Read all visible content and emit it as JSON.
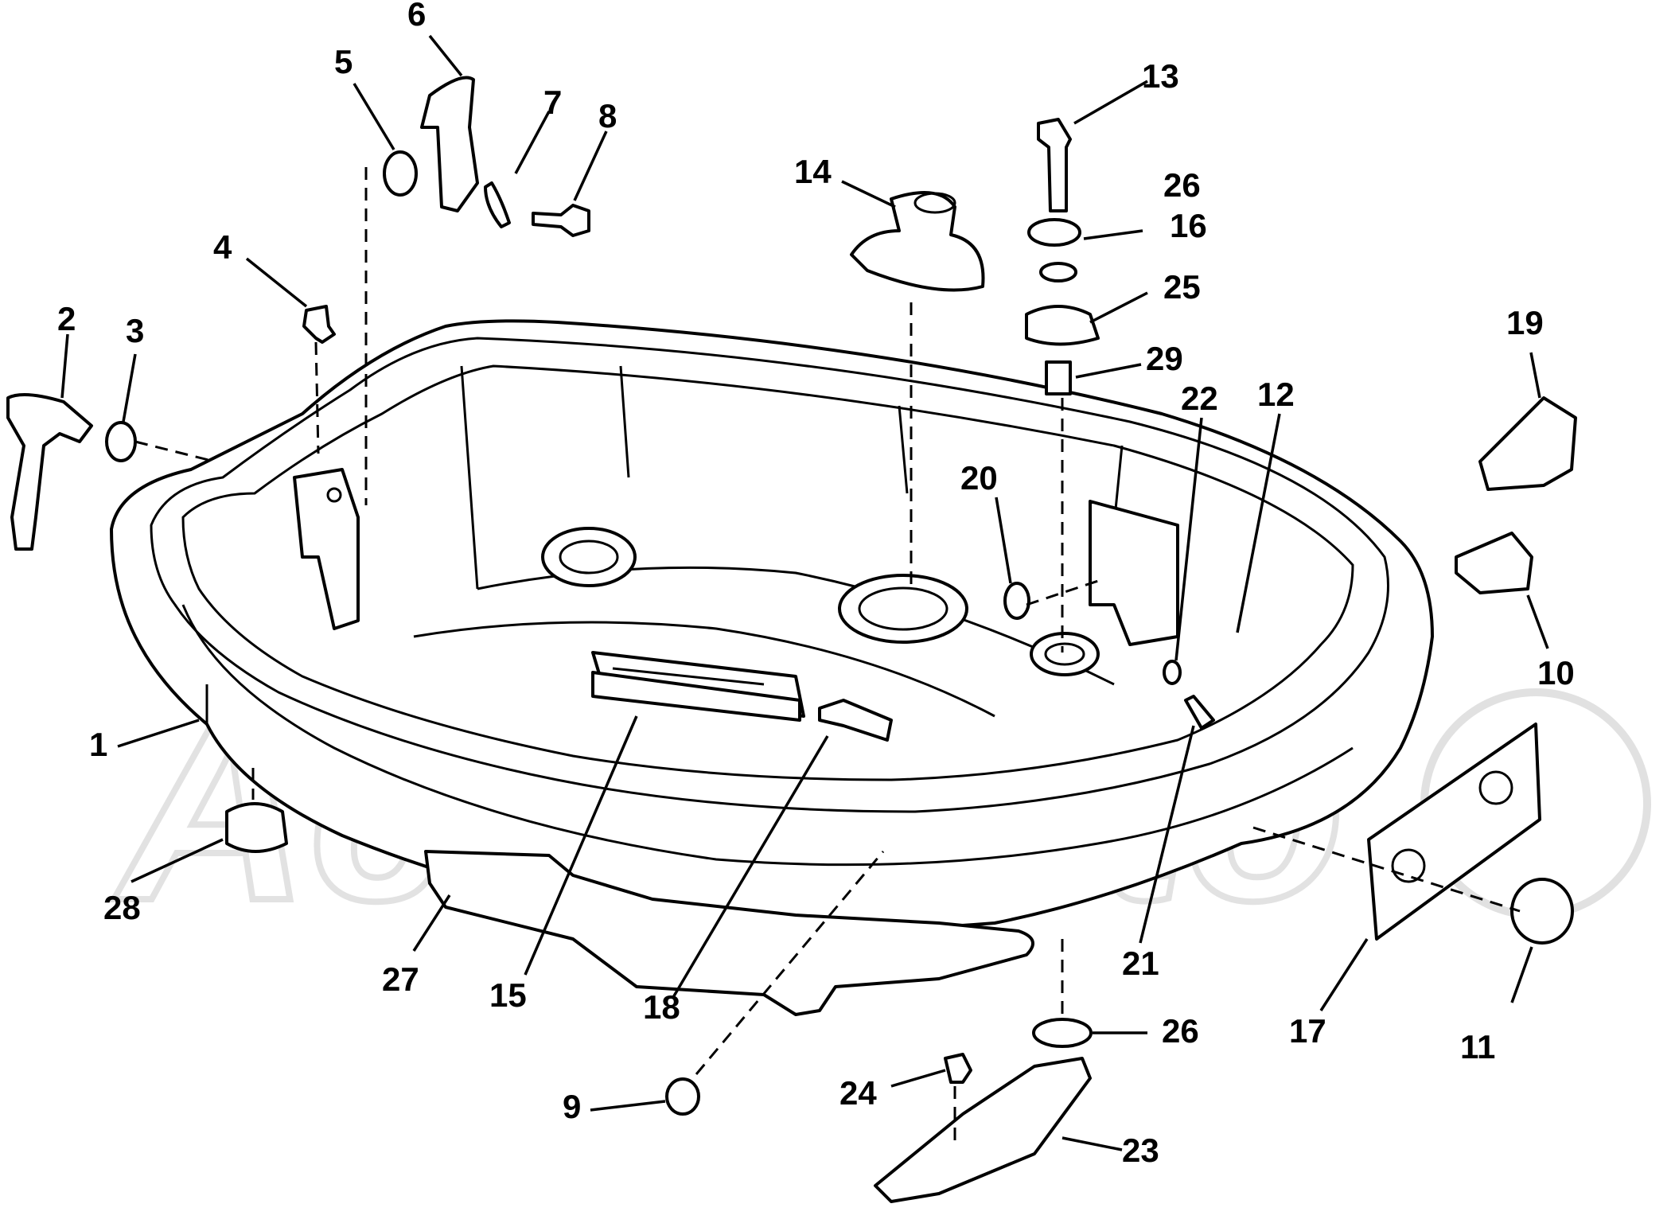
{
  "diagram": {
    "watermark": "AeroMoto",
    "callouts": [
      {
        "id": "1",
        "text": "1"
      },
      {
        "id": "2",
        "text": "2"
      },
      {
        "id": "3",
        "text": "3"
      },
      {
        "id": "4",
        "text": "4"
      },
      {
        "id": "5",
        "text": "5"
      },
      {
        "id": "6",
        "text": "6"
      },
      {
        "id": "7",
        "text": "7"
      },
      {
        "id": "8",
        "text": "8"
      },
      {
        "id": "9",
        "text": "9"
      },
      {
        "id": "10",
        "text": "10"
      },
      {
        "id": "11",
        "text": "11"
      },
      {
        "id": "12",
        "text": "12"
      },
      {
        "id": "13",
        "text": "13"
      },
      {
        "id": "14",
        "text": "14"
      },
      {
        "id": "15",
        "text": "15"
      },
      {
        "id": "16",
        "text": "16"
      },
      {
        "id": "17",
        "text": "17"
      },
      {
        "id": "18",
        "text": "18"
      },
      {
        "id": "19",
        "text": "19"
      },
      {
        "id": "20",
        "text": "20"
      },
      {
        "id": "21",
        "text": "21"
      },
      {
        "id": "22",
        "text": "22"
      },
      {
        "id": "23",
        "text": "23"
      },
      {
        "id": "24",
        "text": "24"
      },
      {
        "id": "25",
        "text": "25"
      },
      {
        "id": "26a",
        "text": "26"
      },
      {
        "id": "26b",
        "text": "26"
      },
      {
        "id": "27",
        "text": "27"
      },
      {
        "id": "28",
        "text": "28"
      },
      {
        "id": "29",
        "text": "29"
      }
    ]
  }
}
